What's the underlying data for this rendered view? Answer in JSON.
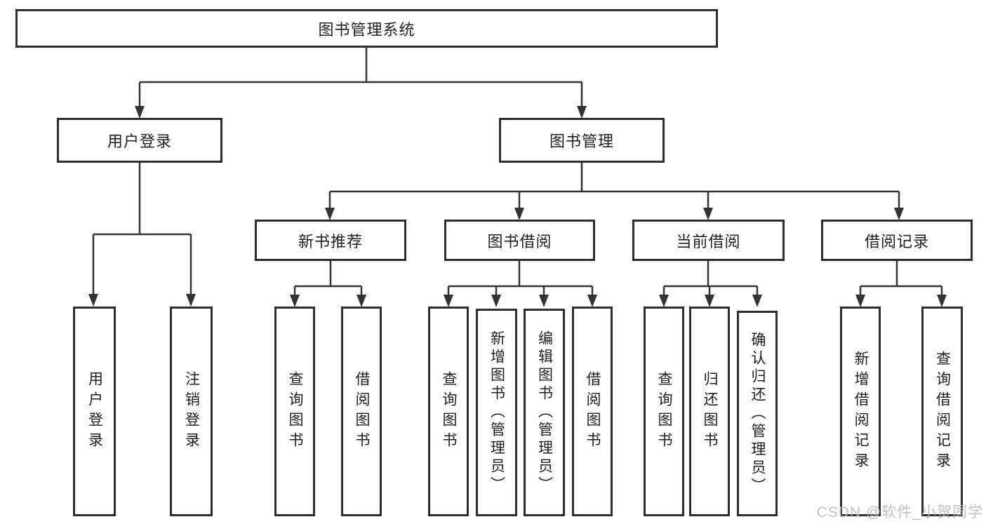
{
  "diagram": {
    "root": {
      "label": "图书管理系统"
    },
    "branches": [
      {
        "label": "用户登录",
        "children": [
          {
            "label": "用户登录"
          },
          {
            "label": "注销登录"
          }
        ]
      },
      {
        "label": "图书管理",
        "sections": [
          {
            "label": "新书推荐",
            "children": [
              {
                "label": "查询图书"
              },
              {
                "label": "借阅图书"
              }
            ]
          },
          {
            "label": "图书借阅",
            "children": [
              {
                "label": "查询图书"
              },
              {
                "label": "新增图书（管理员）"
              },
              {
                "label": "编辑图书（管理员）"
              },
              {
                "label": "借阅图书"
              }
            ]
          },
          {
            "label": "当前借阅",
            "children": [
              {
                "label": "查询图书"
              },
              {
                "label": "归还图书"
              },
              {
                "label": "确认归还（管理员）"
              }
            ]
          },
          {
            "label": "借阅记录",
            "children": [
              {
                "label": "新增借阅记录"
              },
              {
                "label": "查询借阅记录"
              }
            ]
          }
        ]
      }
    ]
  },
  "watermark": {
    "text": "CSDN @软件_小贺同学",
    "color": "#b9b9b9"
  },
  "colors": {
    "line": "#333333",
    "box_border": "#2d2d2d",
    "text": "#1f1f1f",
    "background": "#ffffff"
  }
}
